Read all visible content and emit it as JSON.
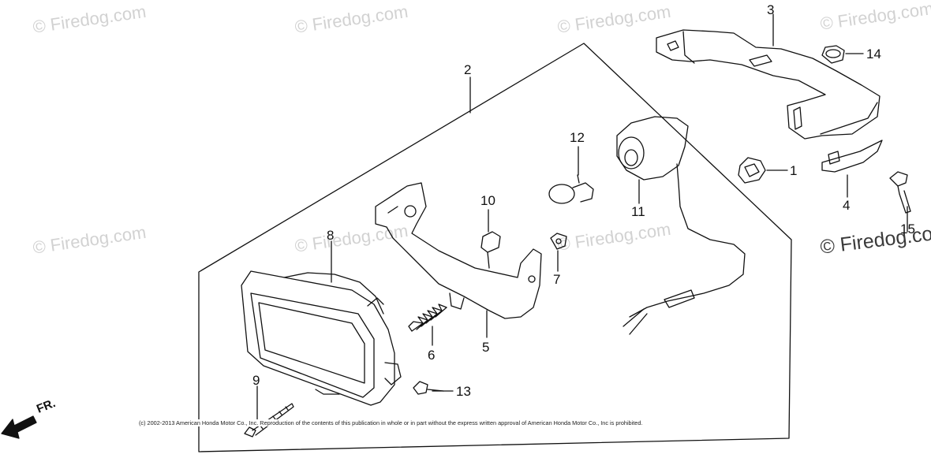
{
  "watermark": {
    "text": "© Firedog.com",
    "right_text": "© Firedog.co"
  },
  "copyright": "(c) 2002-2013 American Honda Motor Co., Inc. Reproduction of the contents of this publication in whole or in part without the express written approval of American Honda Motor Co., Inc is prohibited.",
  "direction_label": "FR.",
  "callouts": {
    "c1": "1",
    "c2": "2",
    "c3": "3",
    "c4": "4",
    "c5": "5",
    "c6": "6",
    "c7": "7",
    "c8": "8",
    "c9": "9",
    "c10": "10",
    "c11": "11",
    "c12": "12",
    "c13": "13",
    "c14": "14",
    "c15": "15"
  },
  "colors": {
    "ink": "#111111",
    "watermark": "#d2d2d2"
  }
}
